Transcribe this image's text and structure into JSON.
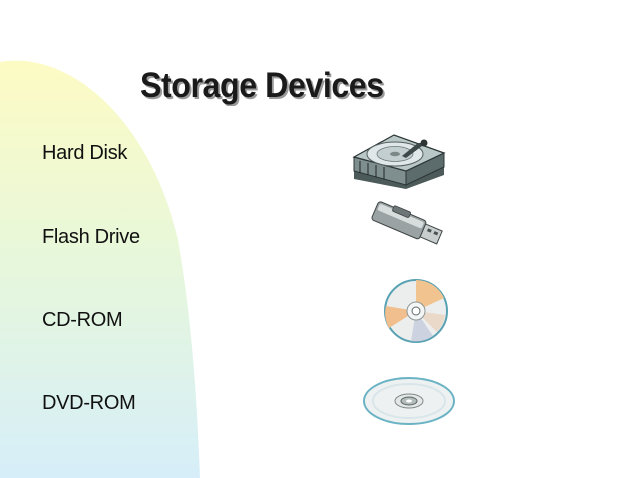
{
  "slide": {
    "title": "Storage Devices",
    "items": [
      {
        "label": "Hard Disk",
        "icon": "hard-disk-icon"
      },
      {
        "label": "Flash Drive",
        "icon": "flash-drive-icon"
      },
      {
        "label": "CD-ROM",
        "icon": "cd-rom-icon"
      },
      {
        "label": "DVD-ROM",
        "icon": "dvd-rom-icon"
      }
    ]
  },
  "colors": {
    "background": "#ffffff",
    "gradient_top": "#fdfbc4",
    "gradient_mid": "#e6f7dc",
    "gradient_bottom": "#d6eef9",
    "title_text": "#1a1a1a",
    "title_shadow": "#9a9a9a"
  }
}
